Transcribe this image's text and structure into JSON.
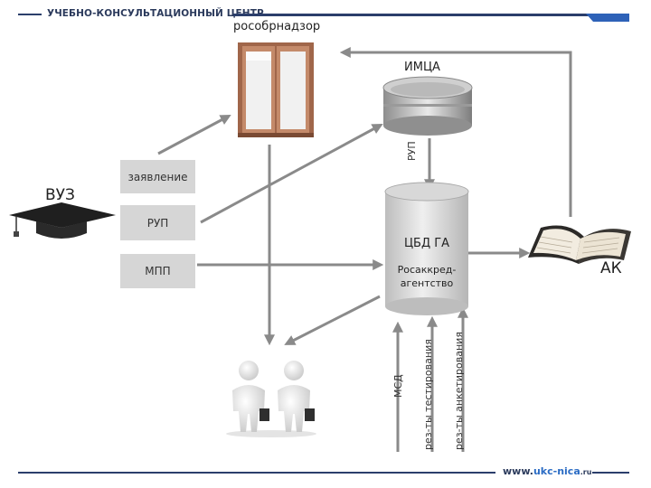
{
  "header": {
    "title": "УЧЕБНО-КОНСУЛЬТАЦИОННЫЙ ЦЕНТР"
  },
  "footer": {
    "url_prefix": "www.",
    "url_brand": "ukc-nica",
    "url_suffix": ".ru"
  },
  "nodes": {
    "vuz": "ВУЗ",
    "rosobrnadzor": "рособрнадзор",
    "imca": "ИМЦА",
    "ak": "АК",
    "cbd_line1": "ЦБД ГА",
    "cbd_line2": "Росаккред-",
    "cbd_line3": "агентство"
  },
  "boxes": {
    "zayavlenie": "заявление",
    "rup": "РУП",
    "mpp": "МПП"
  },
  "vertical_labels": {
    "rup_arrow": "РУП",
    "msd": "МСД",
    "rez_test": "рез-ты тестирования",
    "rez_anket": "рез-ты анкетирования"
  },
  "colors": {
    "arrow": "#8a8a8a",
    "header_line": "#2b3e6b",
    "corner_tab": "#2e62b8",
    "box_fill": "#d6d6d6"
  }
}
